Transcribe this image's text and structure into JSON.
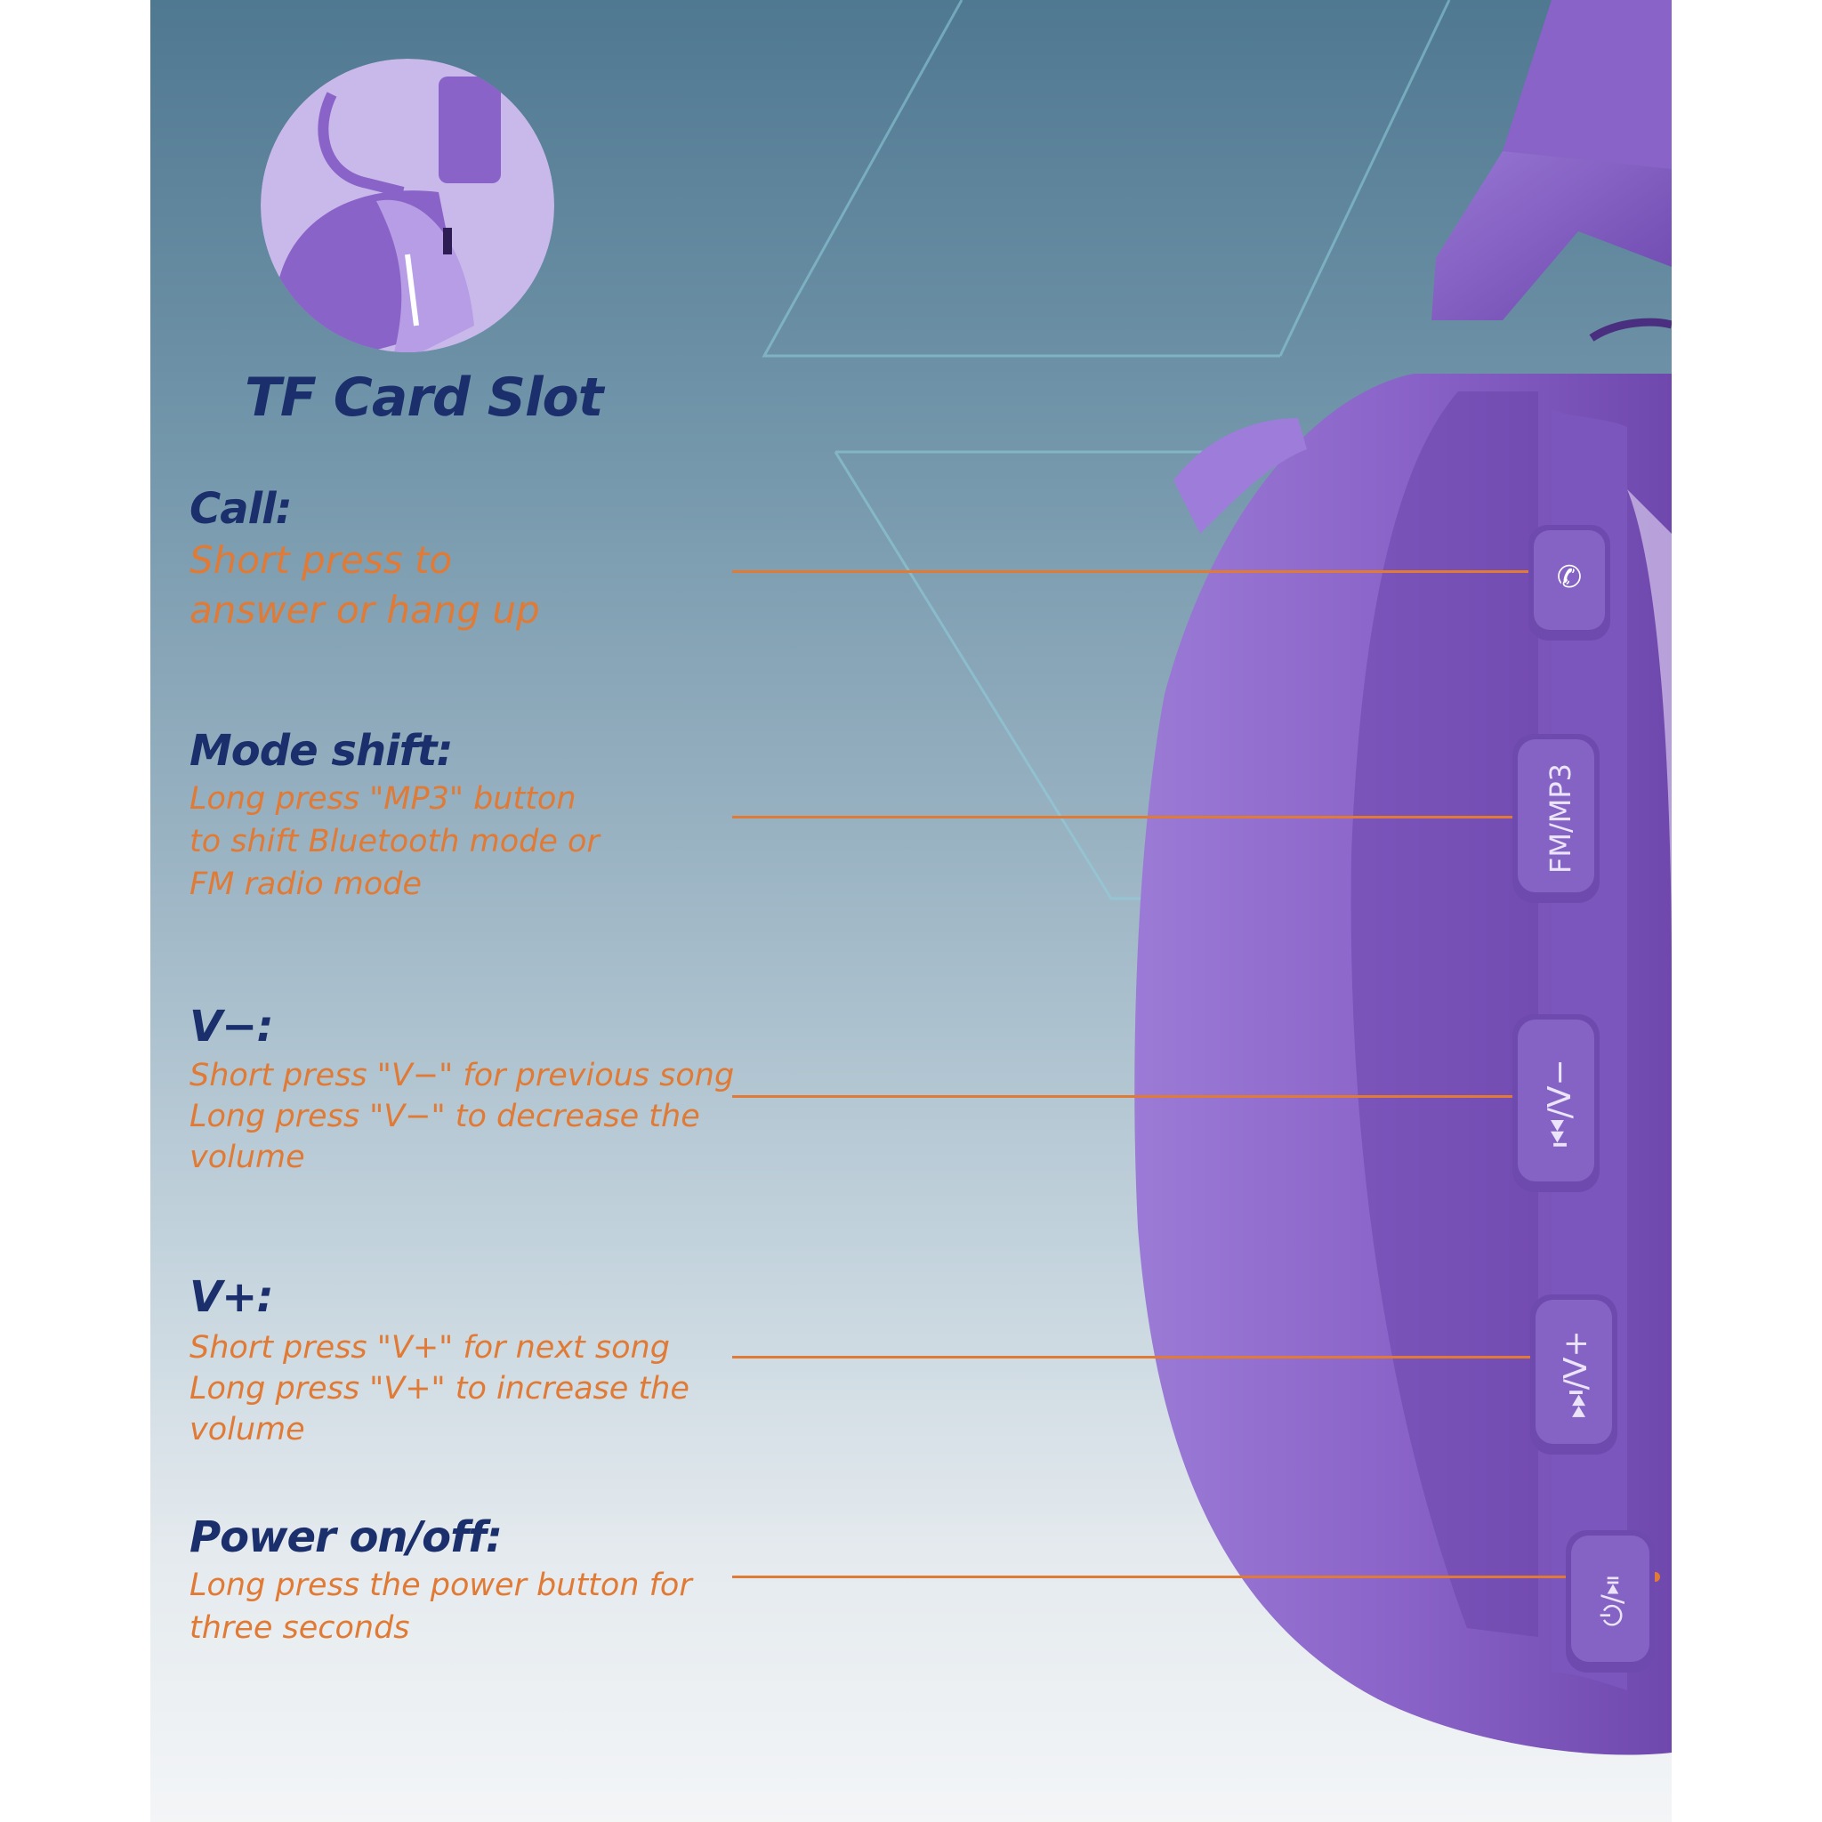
{
  "colors": {
    "heading": "#1a2f6b",
    "description": "#e07a35",
    "leader_line": "#e07a35",
    "headphone_purple": "#8a63c8",
    "background_top": "#4f7891",
    "background_bottom": "#f3f5f7"
  },
  "inset": {
    "title": "TF Card Slot",
    "icon": "tf-card-slot-closeup"
  },
  "callouts": {
    "call": {
      "title": "Call:",
      "lines": [
        "Short press to",
        "answer or hang up"
      ],
      "button_icon": "phone-icon"
    },
    "mode": {
      "title": "Mode shift:",
      "lines": [
        "Long press \"MP3\" button",
        "to shift Bluetooth mode or",
        "FM radio mode"
      ],
      "button_label": "FM/MP3"
    },
    "vminus": {
      "title": "V−:",
      "lines": [
        "Short press \"V−\" for previous song",
        "Long press \"V−\" to decrease the",
        "volume"
      ],
      "button_label": "⏮/V−"
    },
    "vplus": {
      "title": "V+:",
      "lines": [
        "Short press \"V+\" for next song",
        "Long press \"V+\" to increase the",
        "volume"
      ],
      "button_label": "⏭/V+"
    },
    "power": {
      "title": "Power on/off:",
      "lines": [
        "Long press the power button for",
        "three seconds"
      ],
      "button_label": "⏻/⏯"
    }
  }
}
